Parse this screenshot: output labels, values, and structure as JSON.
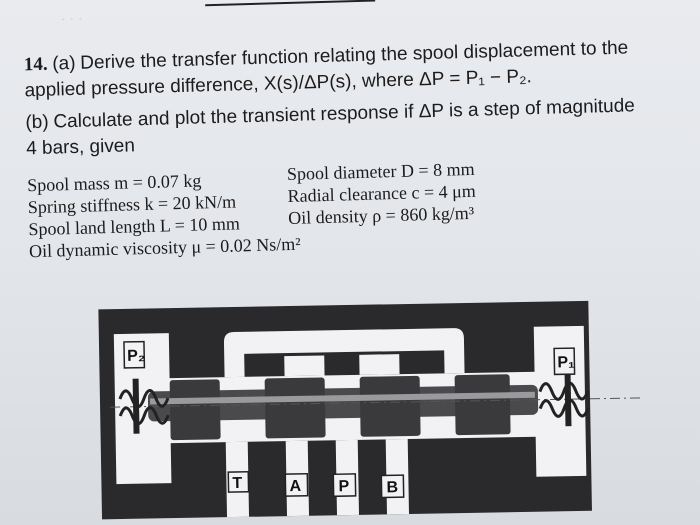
{
  "problem": {
    "number": "14.",
    "part_a_label": "(a)",
    "part_a_line1": "Derive the transfer function relating the spool displacement to the",
    "part_a_line2": "applied pressure difference, X(s)/ΔP(s), where ΔP = P₁ − P₂.",
    "part_b_label": "(b)",
    "part_b_line1": "Calculate and plot the transient response if ΔP is a step of magnitude",
    "part_b_line2": "4 bars, given"
  },
  "given": {
    "spool_mass": "Spool mass m = 0.07 kg",
    "spring_stiffness": "Spring stiffness k = 20 kN/m",
    "land_length": "Spool land length L = 10 mm",
    "viscosity": "Oil dynamic viscosity μ = 0.02 Ns/m²",
    "spool_diameter": "Spool diameter D = 8 mm",
    "radial_clearance": "Radial clearance c = 4 μm",
    "oil_density": "Oil density ρ = 860 kg/m³"
  },
  "figure": {
    "port_p2": "P₂",
    "port_p1": "P₁",
    "port_t": "T",
    "port_a": "A",
    "port_p": "P",
    "port_b": "B"
  },
  "colors": {
    "paper": "#e6e8ec",
    "ink": "#1c1c1e",
    "valve_fill": "#2a2a2c",
    "valve_light": "#f2f2f4"
  }
}
